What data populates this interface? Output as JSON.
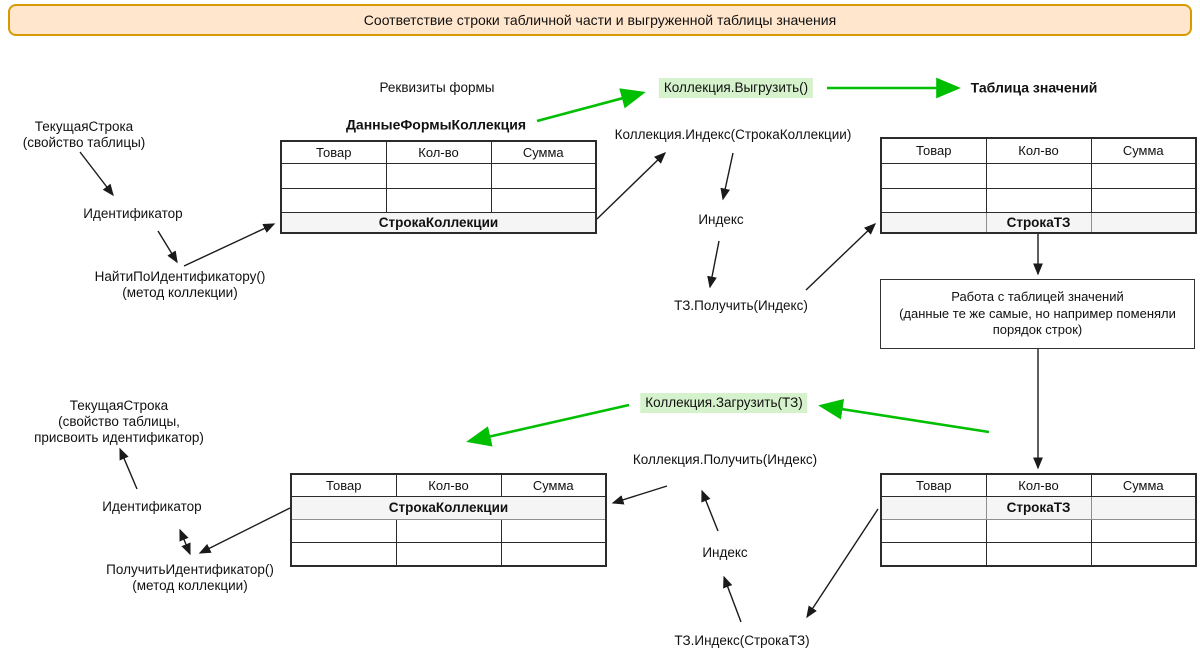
{
  "banner": {
    "title": "Соответствие строки табличной части и выгруженной таблицы значения"
  },
  "colors": {
    "banner_bg": "#ffe6cc",
    "banner_border": "#d79b00",
    "accent_green": "#00bf00",
    "highlight_green": "#d5f2cc",
    "gray_row": "#f5f5f5"
  },
  "labels": {
    "rekvizity_formy": "Реквизиты формы",
    "dannye_formy_kollekcia": "ДанныеФормыКоллекция",
    "kollekcia_vygruzit": "Коллекция.Выгрузить()",
    "tablica_znacheniy": "Таблица значений",
    "kollekcia_index": "Коллекция.Индекс(СтрокаКоллекции)",
    "index_top": "Индекс",
    "tz_poluchit": "ТЗ.Получить(Индекс)",
    "tekushaya_top": "ТекущаяСтрока\n(свойство таблицы)",
    "identifikator_top": "Идентификатор",
    "nayti_po_identifikatoru": "НайтиПоИдентификатору()\n(метод коллекции)",
    "rabota_box": "Работа с таблицей значений\n(данные те же самые, но например поменяли\nпорядок строк)",
    "kollekcia_zagruzit": "Коллекция.Загрузить(ТЗ)",
    "kollekcia_poluchit": "Коллекция.Получить(Индекс)",
    "tekushaya_bottom": "ТекущаяСтрока\n(свойство таблицы,\nприсвоить идентификатор)",
    "identifikator_bottom": "Идентификатор",
    "poluchit_identifikator": "ПолучитьИдентификатор()\n(метод коллекции)",
    "index_bottom": "Индекс",
    "tz_index": "ТЗ.Индекс(СтрокаТЗ)"
  },
  "tables": {
    "headers": [
      "Товар",
      "Кол-во",
      "Сумма"
    ],
    "stroka_kollekcii": "СтрокаКоллекции",
    "stroka_tz": "СтрокаТЗ"
  }
}
